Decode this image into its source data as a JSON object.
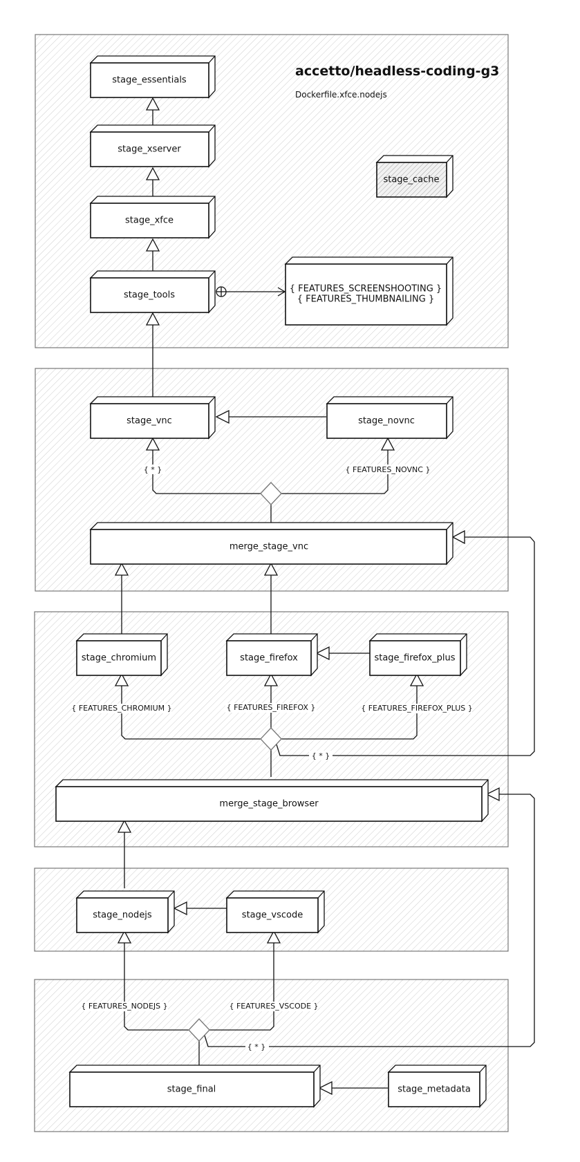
{
  "title": "accetto/headless-coding-g3",
  "subtitle": "Dockerfile.xfce.nodejs",
  "nodes": {
    "stage_essentials": "stage_essentials",
    "stage_xserver": "stage_xserver",
    "stage_xfce": "stage_xfce",
    "stage_tools": "stage_tools",
    "stage_cache": "stage_cache",
    "features_note_1": "{ FEATURES_SCREENSHOOTING }",
    "features_note_2": "{ FEATURES_THUMBNAILING }",
    "stage_vnc": "stage_vnc",
    "stage_novnc": "stage_novnc",
    "merge_stage_vnc": "merge_stage_vnc",
    "stage_chromium": "stage_chromium",
    "stage_firefox": "stage_firefox",
    "stage_firefox_plus": "stage_firefox_plus",
    "merge_stage_browser": "merge_stage_browser",
    "stage_nodejs": "stage_nodejs",
    "stage_vscode": "stage_vscode",
    "stage_final": "stage_final",
    "stage_metadata": "stage_metadata"
  },
  "edge_labels": {
    "vnc_any": "{ * }",
    "novnc": "{ FEATURES_NOVNC }",
    "chromium": "{ FEATURES_CHROMIUM }",
    "firefox": "{ FEATURES_FIREFOX }",
    "firefox_plus": "{ FEATURES_FIREFOX_PLUS }",
    "browser_any": "{ * }",
    "nodejs": "{ FEATURES_NODEJS }",
    "vscode": "{ FEATURES_VSCODE }",
    "final_any": "{ * }"
  }
}
